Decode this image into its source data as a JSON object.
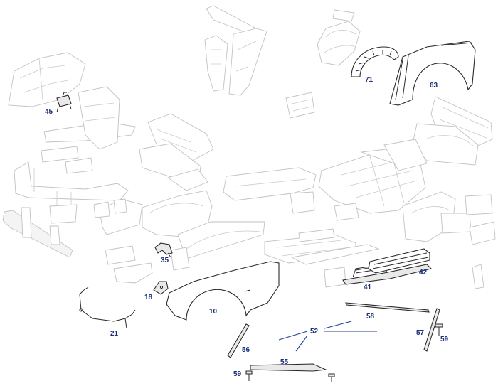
{
  "callouts": [
    {
      "id": "c45",
      "label": "45"
    },
    {
      "id": "c71",
      "label": "71"
    },
    {
      "id": "c63",
      "label": "63"
    },
    {
      "id": "c35",
      "label": "35"
    },
    {
      "id": "c42",
      "label": "42"
    },
    {
      "id": "c41",
      "label": "41"
    },
    {
      "id": "c18",
      "label": "18"
    },
    {
      "id": "c10",
      "label": "10"
    },
    {
      "id": "c58",
      "label": "58"
    },
    {
      "id": "c21",
      "label": "21"
    },
    {
      "id": "c52",
      "label": "52"
    },
    {
      "id": "c57",
      "label": "57"
    },
    {
      "id": "c59a",
      "label": "59"
    },
    {
      "id": "c56",
      "label": "56"
    },
    {
      "id": "c55",
      "label": "55"
    },
    {
      "id": "c59b",
      "label": "59"
    }
  ],
  "colors": {
    "callout": "#1a2f7a",
    "leader": "#1f3f8f",
    "highlight_stroke": "#2a2a2a",
    "ghost_stroke": "#c2c2c2"
  }
}
